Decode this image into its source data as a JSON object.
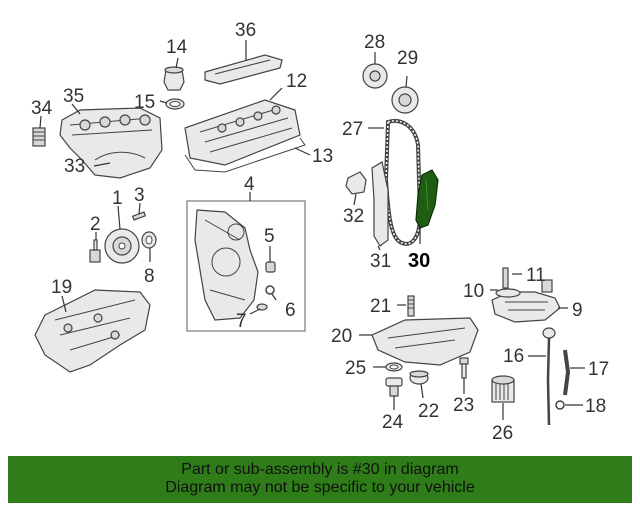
{
  "callouts": {
    "n1": "1",
    "n2": "2",
    "n3": "3",
    "n4": "4",
    "n5": "5",
    "n6": "6",
    "n7": "7",
    "n8": "8",
    "n9": "9",
    "n10": "10",
    "n11": "11",
    "n12": "12",
    "n13": "13",
    "n14": "14",
    "n15": "15",
    "n16": "16",
    "n17": "17",
    "n18": "18",
    "n19": "19",
    "n20": "20",
    "n21": "21",
    "n22": "22",
    "n23": "23",
    "n24": "24",
    "n25": "25",
    "n26": "26",
    "n27": "27",
    "n28": "28",
    "n29": "29",
    "n30": "30",
    "n31": "31",
    "n32": "32",
    "n33": "33",
    "n34": "34",
    "n35": "35",
    "n36": "36"
  },
  "highlight": {
    "part_number": "30",
    "color": "#1f5e12"
  },
  "banner": {
    "line1": "Part or sub-assembly is #30 in diagram",
    "line2": "Diagram may not be specific to your vehicle",
    "background": "#2e7d18"
  }
}
